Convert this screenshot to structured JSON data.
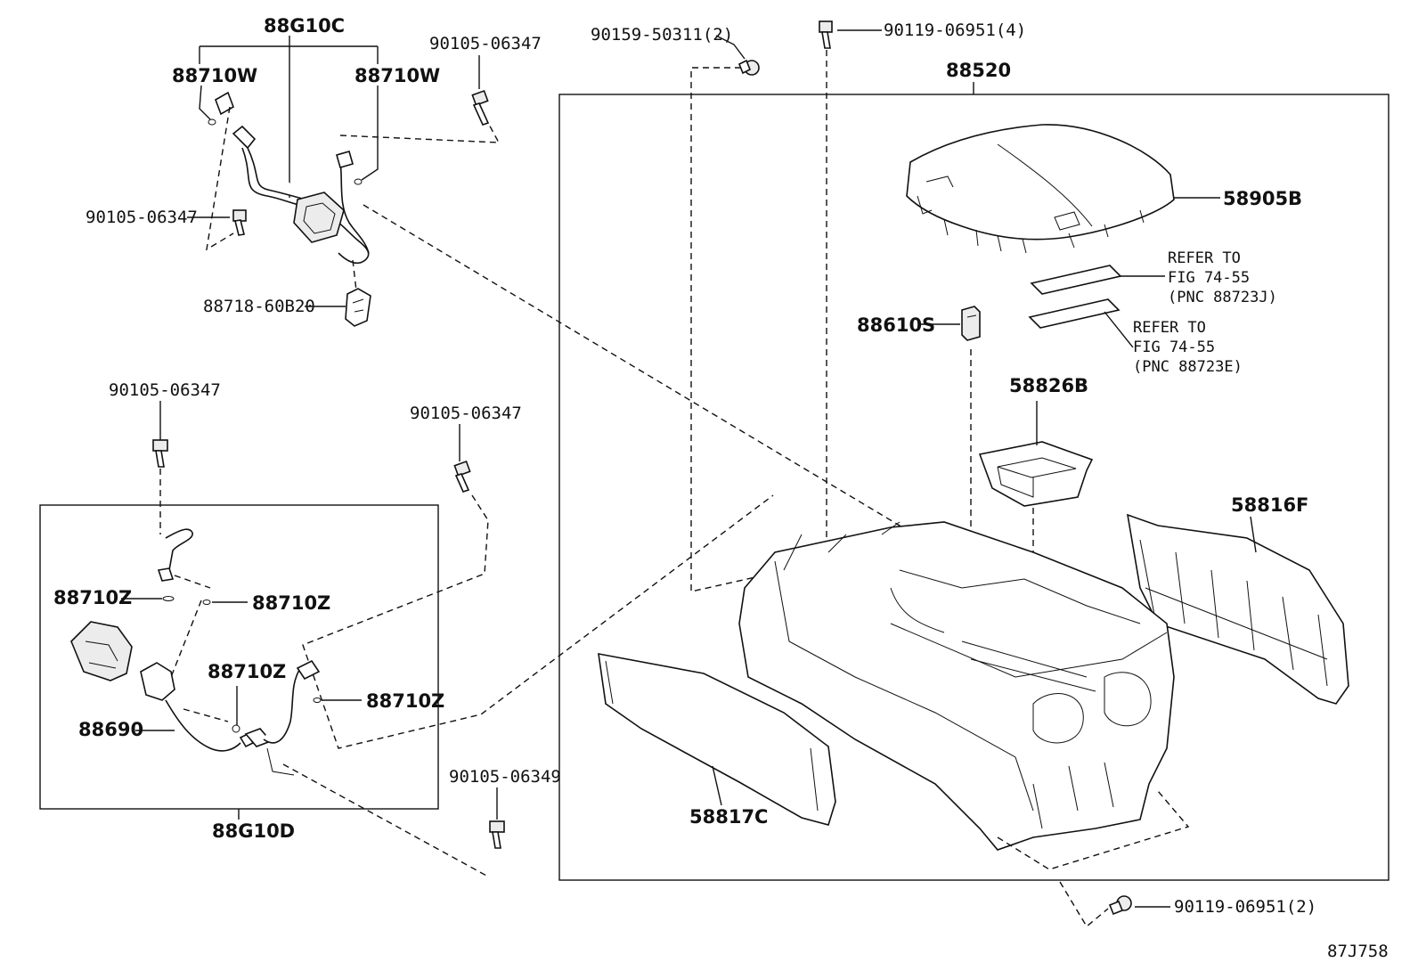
{
  "diagram": {
    "labels": {
      "harness_c": "88G10C",
      "clamp_w_left": "88710W",
      "clamp_w_right": "88710W",
      "bolt_top_harness": "90105-06347",
      "bolt_left_harness": "90105-06347",
      "clip": "88718-60B20",
      "screw_top": "90159-50311(2)",
      "bolt_top_right": "90119-06951(4)",
      "console_box": "88520",
      "lid": "58905B",
      "refer1_line1": "REFER TO",
      "refer1_line2": "FIG 74-55",
      "refer1_line3": "(PNC 88723J)",
      "refer2_line1": "REFER TO",
      "refer2_line2": "FIG 74-55",
      "refer2_line3": "(PNC 88723E)",
      "switch": "88610S",
      "tray": "58826B",
      "side_panel_right": "58816F",
      "side_panel_left": "58817C",
      "bolt_mid_left": "90105-06347",
      "bolt_mid_right": "90105-06347",
      "clamp_z1": "88710Z",
      "clamp_z2": "88710Z",
      "clamp_z3": "88710Z",
      "clamp_z4": "88710Z",
      "heater": "88690",
      "harness_d": "88G10D",
      "bolt_bottom": "90105-06349",
      "bolt_bottom_right": "90119-06951(2)",
      "figure_code": "87J758"
    }
  }
}
